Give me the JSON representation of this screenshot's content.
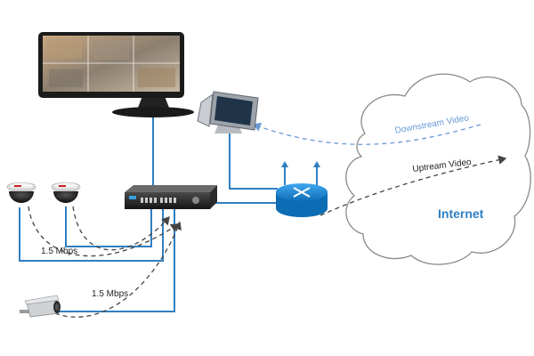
{
  "labels": {
    "internet": "Internet",
    "downstream_video": "Downstream Video",
    "upstream_video": "Uptream Video",
    "bitrate_top": "1.5 Mbps",
    "bitrate_bottom": "1.5 Mbps"
  },
  "colors": {
    "cable": "#2f7fc1",
    "internet_text": "#2f7fc1",
    "downstream_text": "#6a9ad6",
    "flow_dashed": "#444444",
    "downstream_dashed": "#6a9ad6",
    "cloud_stroke": "#8a8a8a",
    "router_body": "#1f8fd8",
    "camera_brand": "#d02020"
  },
  "icons": {
    "monitor": "lcd-monitor-icon",
    "workstation": "remote-viewer-monitor-icon",
    "dvr": "dvr-recorder-icon",
    "router": "wireless-router-icon",
    "dome_camera": "dome-camera-icon",
    "bullet_camera": "bullet-camera-icon",
    "cloud": "internet-cloud-icon"
  }
}
